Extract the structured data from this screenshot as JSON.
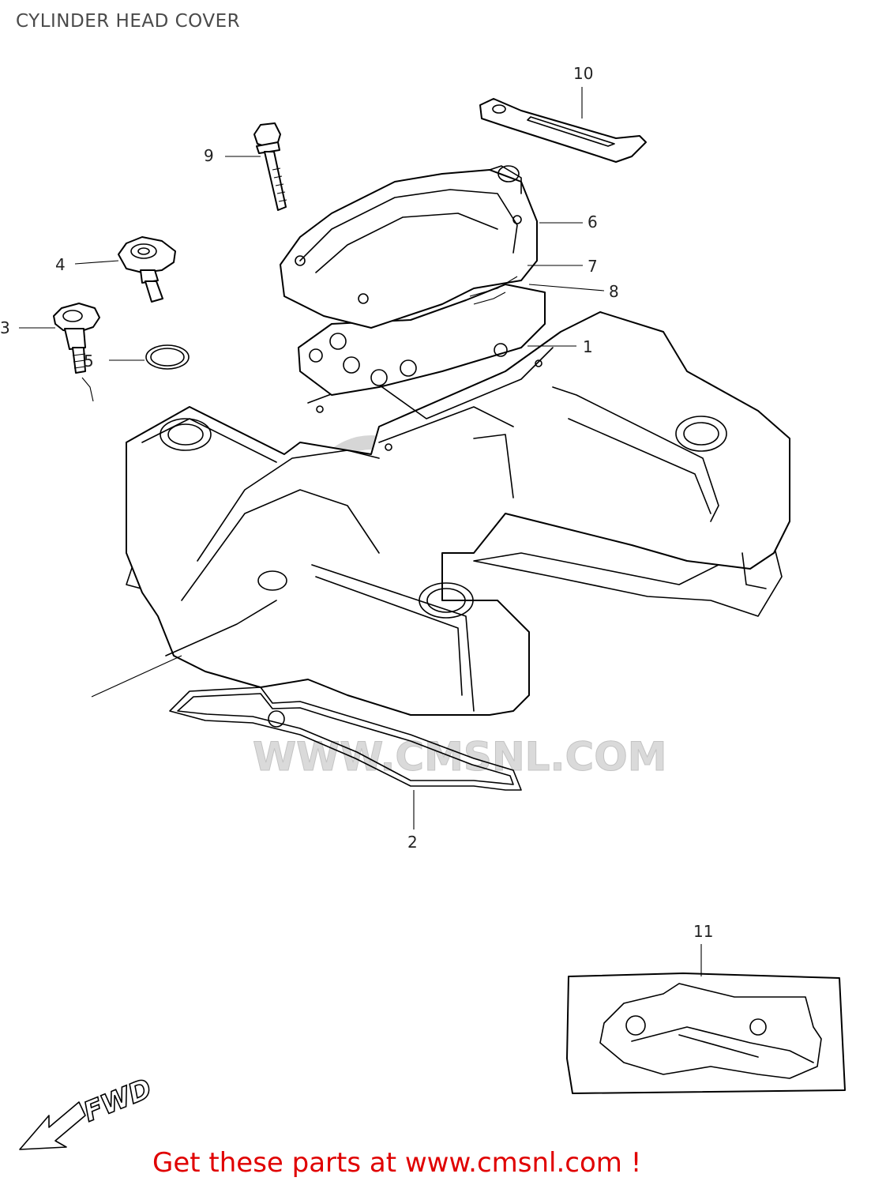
{
  "title": "CYLINDER HEAD COVER",
  "footer": "Get these parts at www.cmsnl.com !",
  "watermark": "WWW.CMSNL.COM",
  "fwd_label": "FWD",
  "callouts": [
    "1",
    "2",
    "3",
    "4",
    "5",
    "6",
    "7",
    "8",
    "9",
    "10",
    "11"
  ],
  "colors": {
    "footer": "#e00000",
    "lines": "#000000",
    "title": "#4a4a4a",
    "watermark": "#dadada"
  }
}
